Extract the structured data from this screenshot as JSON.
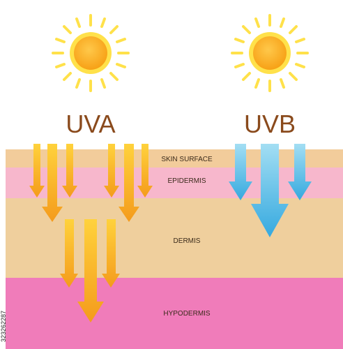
{
  "labels": {
    "uva": "UVA",
    "uvb": "UVB"
  },
  "layers": [
    {
      "name": "SKIN SURFACE",
      "color": "#f2cc9b"
    },
    {
      "name": "EPIDERMIS",
      "color": "#f7b7cc"
    },
    {
      "name": "DERMIS",
      "color": "#efcf9d"
    },
    {
      "name": "HYPODERMIS",
      "color": "#f07cba"
    }
  ],
  "icons": {
    "sun_left": "sun-icon",
    "sun_right": "sun-icon"
  },
  "colors": {
    "sun_core": "#f9a619",
    "sun_rays": "#ffe14a",
    "uva_arrow_light": "#ffd23c",
    "uva_arrow_dark": "#f49b1c",
    "uvb_arrow_light": "#8fd3ef",
    "uvb_arrow_dark": "#3aaee0"
  },
  "stock_id": "323262287"
}
